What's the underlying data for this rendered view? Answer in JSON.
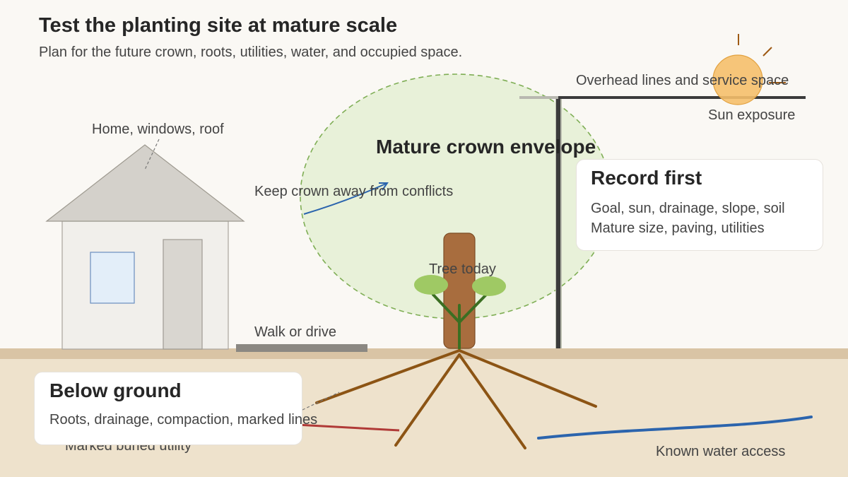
{
  "header": {
    "title": "Test the planting site at mature scale",
    "subtitle": "Plan for the future crown, roots, utilities, water, and occupied space."
  },
  "labels": {
    "home": "Home, windows, roof",
    "overhead": "Overhead lines and service space",
    "sun": "Sun exposure",
    "crown": "Mature crown envelope",
    "keep_away": "Keep crown away from conflicts",
    "tree_today": "Tree today",
    "walk": "Walk or drive",
    "buried_utility": "Marked buried utility",
    "water": "Known water access"
  },
  "record_card": {
    "title": "Record first",
    "lines": [
      "Goal, sun, drainage, slope, soil",
      "Mature size, paving, utilities"
    ]
  },
  "below_card": {
    "title": "Below ground",
    "line": "Roots, drainage, compaction, marked lines"
  },
  "colors": {
    "ground": "#d9c4a5",
    "soil": "#eee2cc",
    "crown_fill": "#e3efd2",
    "crown_stroke": "#7fae55",
    "trunk": "#a86d3e",
    "roots": "#8c5414",
    "water_line": "#2b64ad",
    "utility_line": "#b03a37",
    "sun": "#f5bf6b",
    "pole": "#3b3b3b"
  }
}
